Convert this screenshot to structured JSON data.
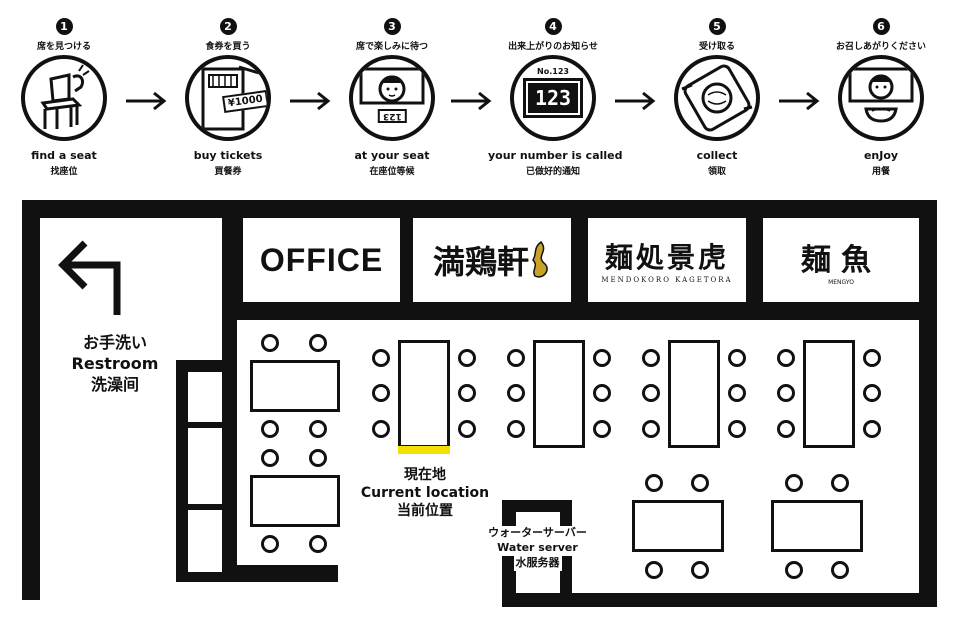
{
  "steps": [
    {
      "num": "1",
      "jp": "席を見つける",
      "en": "find a seat",
      "cn": "找座位",
      "icon": "seat-icon"
    },
    {
      "num": "2",
      "jp": "食券を買う",
      "en": "buy tickets",
      "cn": "買餐券",
      "icon": "ticket-icon",
      "ticket_text": "¥1000"
    },
    {
      "num": "3",
      "jp": "席で楽しみに待つ",
      "en": "at your seat",
      "cn": "在座位等候",
      "icon": "waiting-icon",
      "card_text": "123"
    },
    {
      "num": "4",
      "jp": "出来上がりのお知らせ",
      "en": "your number is called",
      "cn": "已做好的通知",
      "icon": "display-icon",
      "display_label": "No.123",
      "display_number": "123"
    },
    {
      "num": "5",
      "jp": "受け取る",
      "en": "collect",
      "cn": "領取",
      "icon": "tray-icon"
    },
    {
      "num": "6",
      "jp": "お召しあがりください",
      "en": "enJoy",
      "cn": "用餐",
      "icon": "eating-icon"
    }
  ],
  "rooms": {
    "office": "OFFICE",
    "shop1": "満鶏軒",
    "shop2": "麺処景虎",
    "shop2_sub": "MENDOKORO KAGETORA",
    "shop3": "麺魚",
    "shop3_sub": "MENGYO"
  },
  "restroom": {
    "jp": "お手洗い",
    "en": "Restroom",
    "cn": "洗澡间"
  },
  "current_location": {
    "jp": "現在地",
    "en": "Current location",
    "cn": "当前位置",
    "marker_color": "#f5e000"
  },
  "water_server": {
    "jp": "ウォーターサーバー",
    "en": "Water server",
    "cn": "水服务器"
  }
}
